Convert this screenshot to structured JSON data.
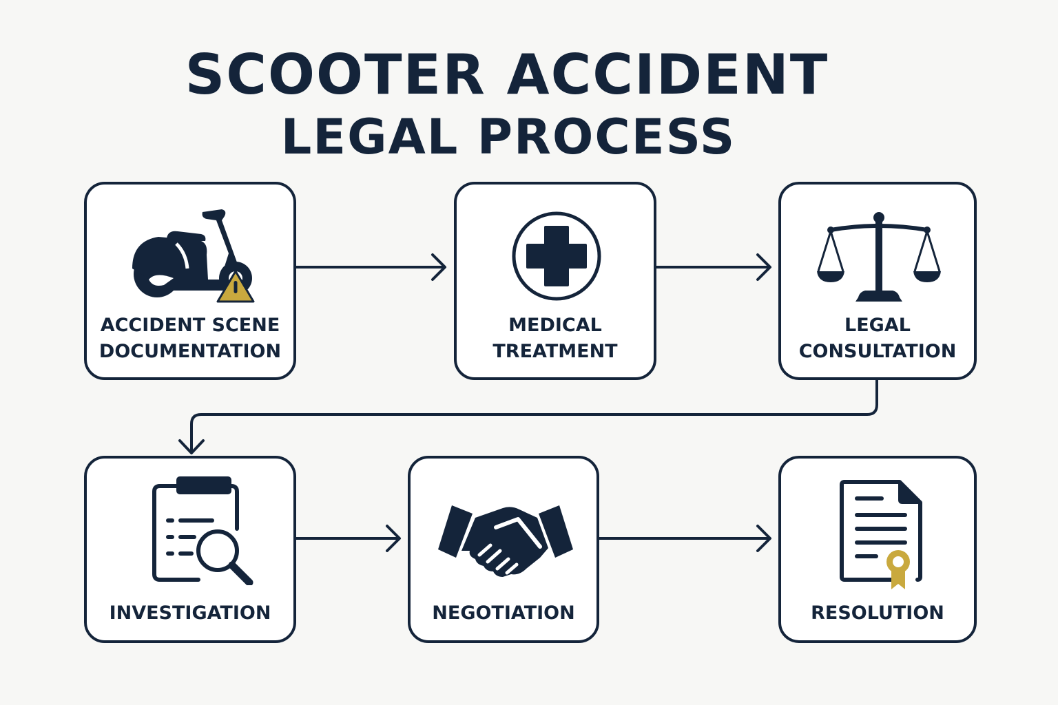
{
  "title": {
    "line1": "SCOOTER ACCIDENT",
    "line2": "LEGAL PROCESS"
  },
  "colors": {
    "navy": "#14243a",
    "gold": "#c9a93e",
    "background": "#f7f7f5",
    "box_fill": "#ffffff"
  },
  "steps": [
    {
      "id": 1,
      "icon": "scooter-warning-icon",
      "line1": "ACCIDENT SCENE",
      "line2": "DOCUMENTATION"
    },
    {
      "id": 2,
      "icon": "medical-cross-icon",
      "line1": "MEDICAL",
      "line2": "TREATMENT"
    },
    {
      "id": 3,
      "icon": "scales-of-justice-icon",
      "line1": "LEGAL",
      "line2": "CONSULTATION"
    },
    {
      "id": 4,
      "icon": "clipboard-magnifier-icon",
      "line1": "INVESTIGATION"
    },
    {
      "id": 5,
      "icon": "handshake-icon",
      "line1": "NEGOTIATION"
    },
    {
      "id": 6,
      "icon": "certificate-document-icon",
      "line1": "RESOLUTION"
    }
  ],
  "flow": [
    "1->2",
    "2->3",
    "3->4",
    "4->5",
    "5->6"
  ]
}
